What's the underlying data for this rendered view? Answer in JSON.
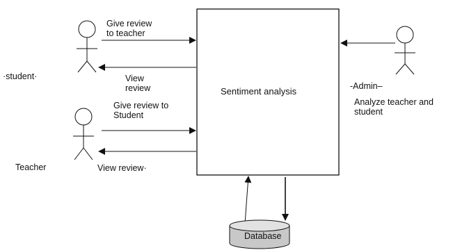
{
  "system": {
    "title": "Sentiment analysis"
  },
  "actors": {
    "student": "·student·",
    "teacher": "Teacher",
    "admin": "-Admin–"
  },
  "flows": {
    "give_review_to_teacher": [
      "Give review",
      "to teacher"
    ],
    "student_view_review": [
      "View",
      "review"
    ],
    "give_review_to_student": [
      "Give review to",
      "Student"
    ],
    "teacher_view_review": "View review·",
    "admin_analyze": [
      "Analyze teacher and",
      "student"
    ]
  },
  "database": {
    "label": "Database"
  },
  "colors": {
    "line": "#111111",
    "database_fill": "#c8c8c8",
    "database_top": "#e2e2e2"
  }
}
